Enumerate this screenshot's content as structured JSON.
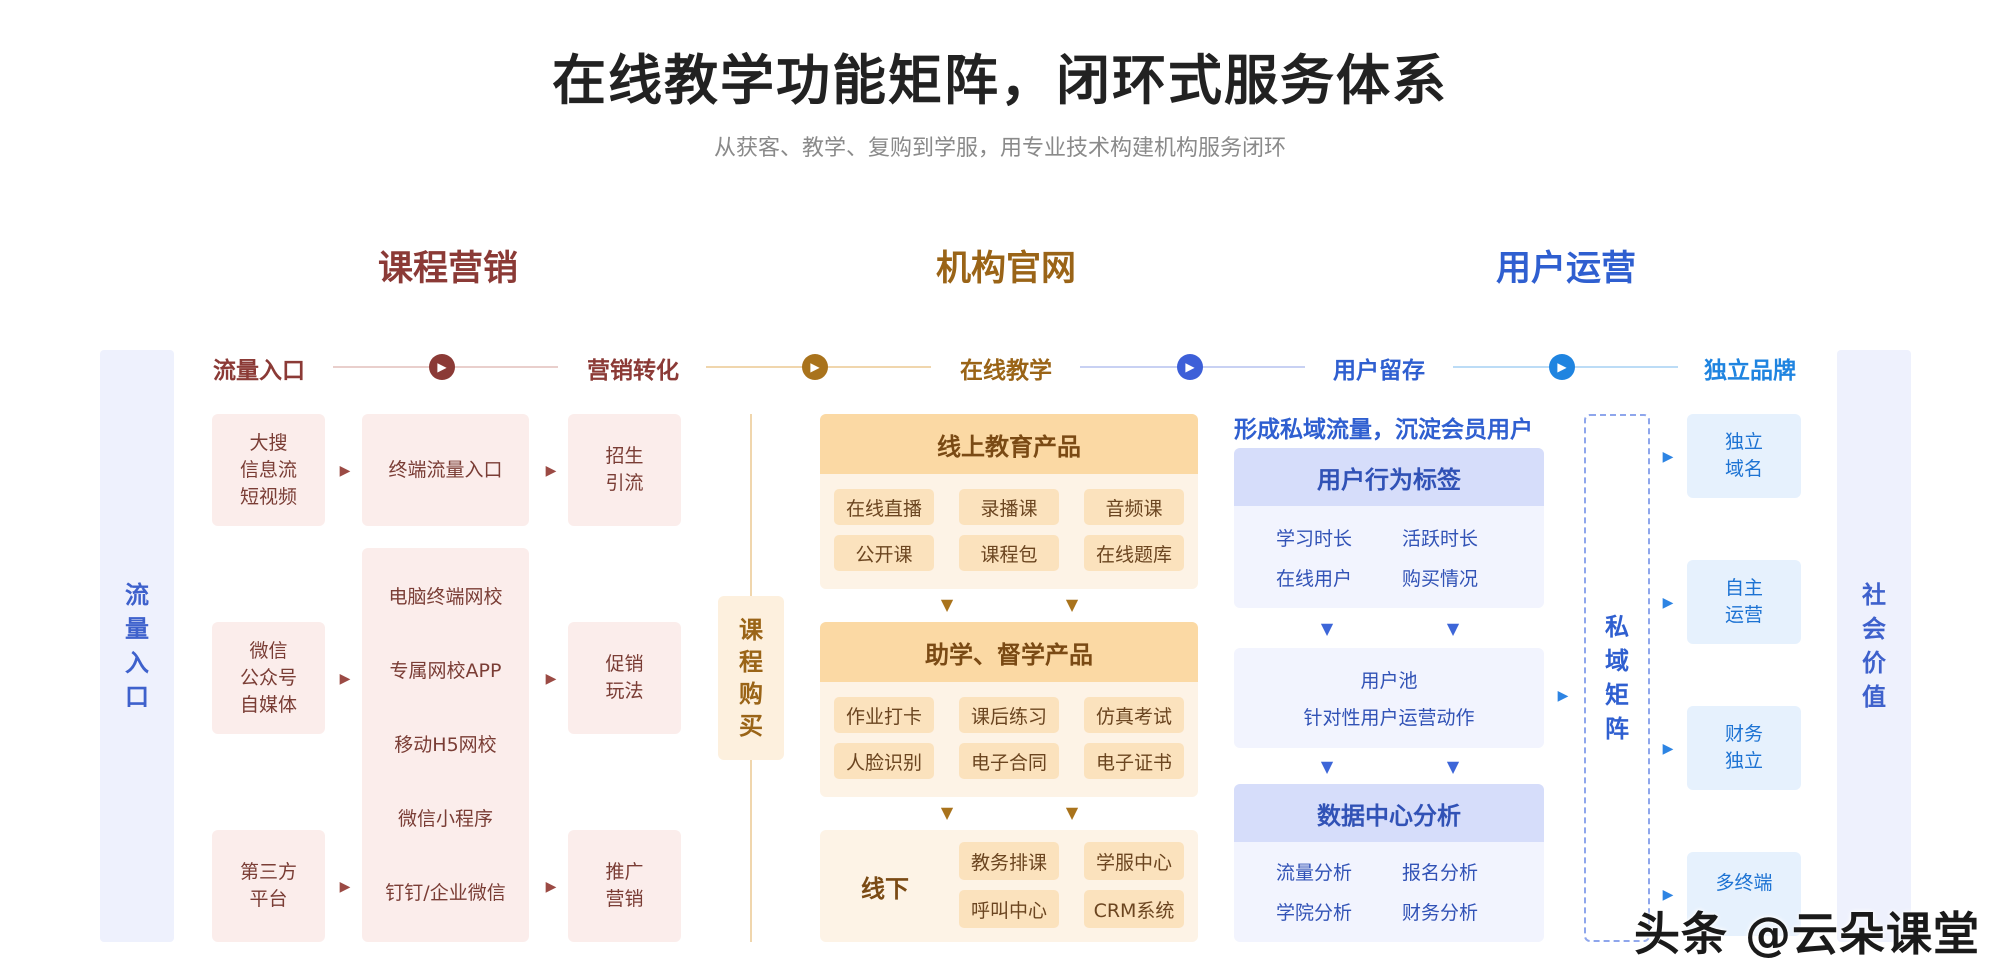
{
  "title": "在线教学功能矩阵，闭环式服务体系",
  "subtitle": "从获客、教学、复购到学服，用专业技术构建机构服务闭环",
  "sections": {
    "marketing": "课程营销",
    "website": "机构官网",
    "operation": "用户运营"
  },
  "left_side": "流量入口",
  "right_side": "社会价值",
  "stages": [
    "流量入口",
    "营销转化",
    "在线教学",
    "用户留存",
    "独立品牌"
  ],
  "marketing": {
    "sources": [
      "大搜\n信息流\n短视频",
      "微信\n公众号\n自媒体",
      "第三方\n平台"
    ],
    "terminal_top": "终端流量入口",
    "terminals": [
      "电脑终端网校",
      "专属网校APP",
      "移动H5网校",
      "微信小程序",
      "钉钉/企业微信"
    ],
    "conversions": [
      "招生\n引流",
      "促销\n玩法",
      "推广\n营销"
    ]
  },
  "purchase": "课程购买",
  "teaching": {
    "online_title": "线上教育产品",
    "online_items": [
      "在线直播",
      "录播课",
      "音频课",
      "公开课",
      "课程包",
      "在线题库"
    ],
    "assist_title": "助学、督学产品",
    "assist_items": [
      "作业打卡",
      "课后练习",
      "仿真考试",
      "人脸识别",
      "电子合同",
      "电子证书"
    ],
    "offline_title": "线下",
    "offline_items": [
      "教务排课",
      "学服中心",
      "呼叫中心",
      "CRM系统"
    ]
  },
  "retention": {
    "caption": "形成私域流量，沉淀会员用户",
    "tags_title": "用户行为标签",
    "tags": [
      "学习时长",
      "活跃时长",
      "在线用户",
      "购买情况"
    ],
    "pool_title": "用户池",
    "pool_desc": "针对性用户运营动作",
    "analysis_title": "数据中心分析",
    "analysis": [
      "流量分析",
      "报名分析",
      "学院分析",
      "财务分析"
    ]
  },
  "private_matrix": "私域矩阵",
  "brand": [
    "独立\n域名",
    "自主\n运营",
    "财务\n独立",
    "多终端"
  ],
  "watermark": "头条 @云朵课堂",
  "colors": {
    "marketing": "#8b3a36",
    "website": "#9a6417",
    "operation": "#2f5fd0",
    "brand": "#1f84e0"
  }
}
